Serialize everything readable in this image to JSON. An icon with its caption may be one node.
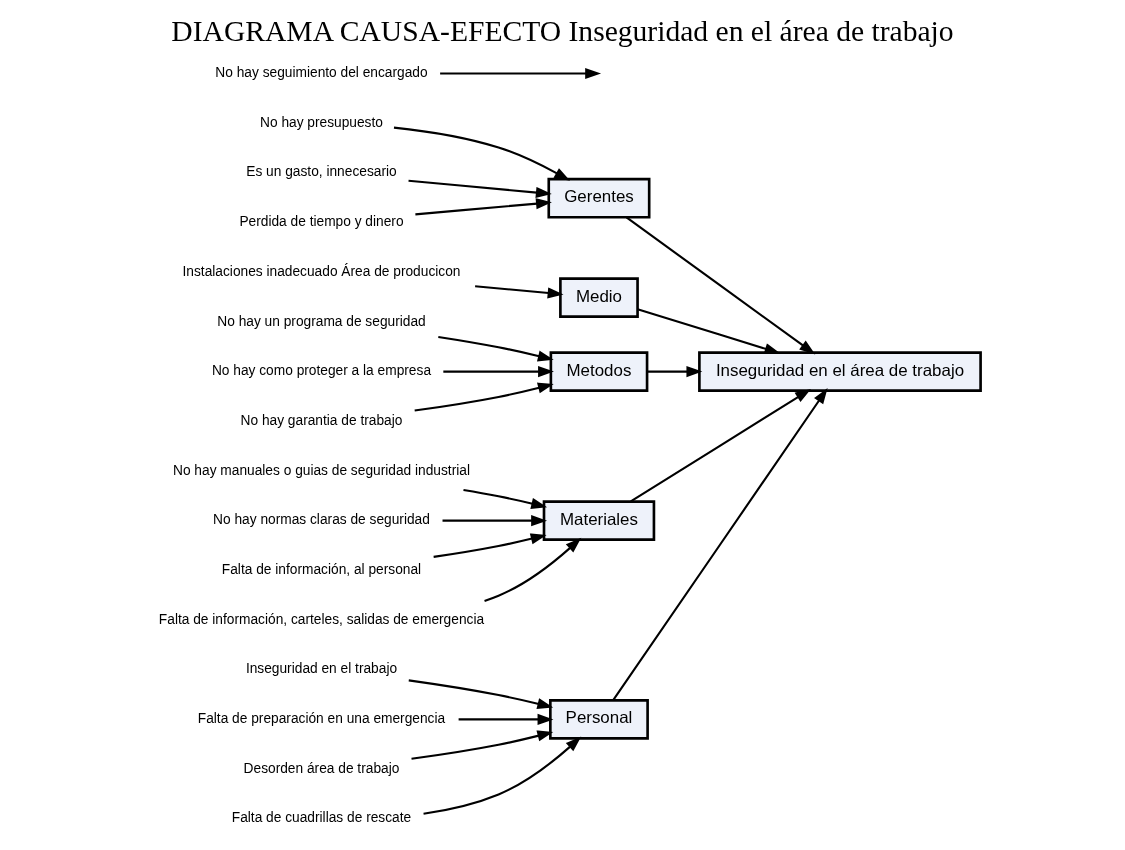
{
  "diagram": {
    "title": "DIAGRAMA CAUSA-EFECTO Inseguridad en el área de trabajo",
    "nodes": [
      {
        "text": [
          "Personal"
        ]
      },
      {
        "text": [
          "Gerentes"
        ]
      },
      {
        "text": [
          "Medio"
        ]
      },
      {
        "text": [
          "Inseguridad en el área de trabajo"
        ]
      },
      {
        "text": [
          "Metodos"
        ]
      },
      {
        "text": [
          "Materiales"
        ]
      },
      {
        "text": [
          "Inseguridad en el trabajo"
        ]
      },
      {
        "text": [
          "Falta de preparación en una emergencia"
        ]
      },
      {
        "text": [
          "No hay seguimiento del encargado"
        ]
      },
      {
        "text": [
          "Desorden área de trabajo"
        ]
      },
      {
        "text": [
          "Falta de cuadrillas de rescate"
        ]
      },
      {
        "text": [
          "No hay presupuesto"
        ]
      },
      {
        "text": [
          "Es un gasto, innecesario"
        ]
      },
      {
        "text": [
          "Perdida de tiempo y dinero"
        ]
      },
      {
        "text": [
          "Instalaciones inadecuado Área de producicon"
        ]
      },
      {
        "text": [
          "No hay un programa de seguridad"
        ]
      },
      {
        "text": [
          "No hay como proteger a la empresa"
        ]
      },
      {
        "text": [
          "No hay garantia de trabajo"
        ]
      },
      {
        "text": [
          "No hay manuales o guias de seguridad industrial"
        ]
      },
      {
        "text": [
          "No hay normas claras de seguridad"
        ]
      },
      {
        "text": [
          "Falta de información, al personal"
        ]
      },
      {
        "text": [
          "Falta de información, carteles, salidas de emergencia"
        ]
      }
    ],
    "edges": [
      {
        "from": 0,
        "to": 3,
        "arrow": "to"
      },
      {
        "from": 1,
        "to": 3,
        "arrow": "to"
      },
      {
        "from": 2,
        "to": 3,
        "arrow": "to"
      },
      {
        "from": 4,
        "to": 3,
        "arrow": "to"
      },
      {
        "from": 5,
        "to": 3,
        "arrow": "to"
      },
      {
        "from": 6,
        "to": 0,
        "arrow": "to"
      },
      {
        "from": 7,
        "to": 0,
        "arrow": "to"
      },
      {
        "from": 8,
        "to": null,
        "arrow": "to"
      },
      {
        "from": 9,
        "to": 0,
        "arrow": "to"
      },
      {
        "from": 10,
        "to": 0,
        "arrow": "to"
      },
      {
        "from": 11,
        "to": 1,
        "arrow": "to"
      },
      {
        "from": 12,
        "to": 1,
        "arrow": "to"
      },
      {
        "from": 13,
        "to": 1,
        "arrow": "to"
      },
      {
        "from": 14,
        "to": 2,
        "arrow": "to"
      },
      {
        "from": 15,
        "to": 4,
        "arrow": "to"
      },
      {
        "from": 16,
        "to": 4,
        "arrow": "to"
      },
      {
        "from": 17,
        "to": 4,
        "arrow": "to"
      },
      {
        "from": 18,
        "to": 5,
        "arrow": "to"
      },
      {
        "from": 19,
        "to": 5,
        "arrow": "to"
      },
      {
        "from": 20,
        "to": 5,
        "arrow": "to"
      },
      {
        "from": 21,
        "to": 5,
        "arrow": "to"
      }
    ]
  }
}
